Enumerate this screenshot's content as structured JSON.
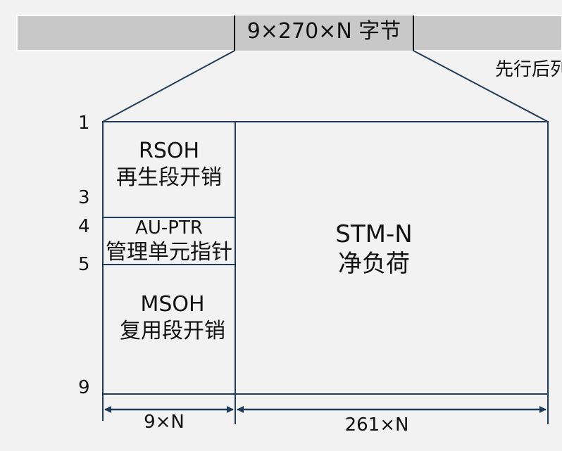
{
  "frame": {
    "header": "9×270×N 字节",
    "note": "先行后列"
  },
  "rows": [
    "1",
    "3",
    "4",
    "5",
    "9"
  ],
  "blocks": {
    "rsoh": {
      "title": "RSOH",
      "subtitle": "再生段开销"
    },
    "auptr": {
      "title": "AU-PTR",
      "subtitle": "管理单元指针"
    },
    "msoh": {
      "title": "MSOH",
      "subtitle": "复用段开销"
    },
    "payload": {
      "title": "STM-N",
      "subtitle": "净负荷"
    }
  },
  "dimensions": {
    "overhead_width": "9×N",
    "payload_width": "261×N"
  },
  "colors": {
    "line": "#1f3b5a",
    "band": "#c8c8c8",
    "background": "#f2f2f2"
  }
}
